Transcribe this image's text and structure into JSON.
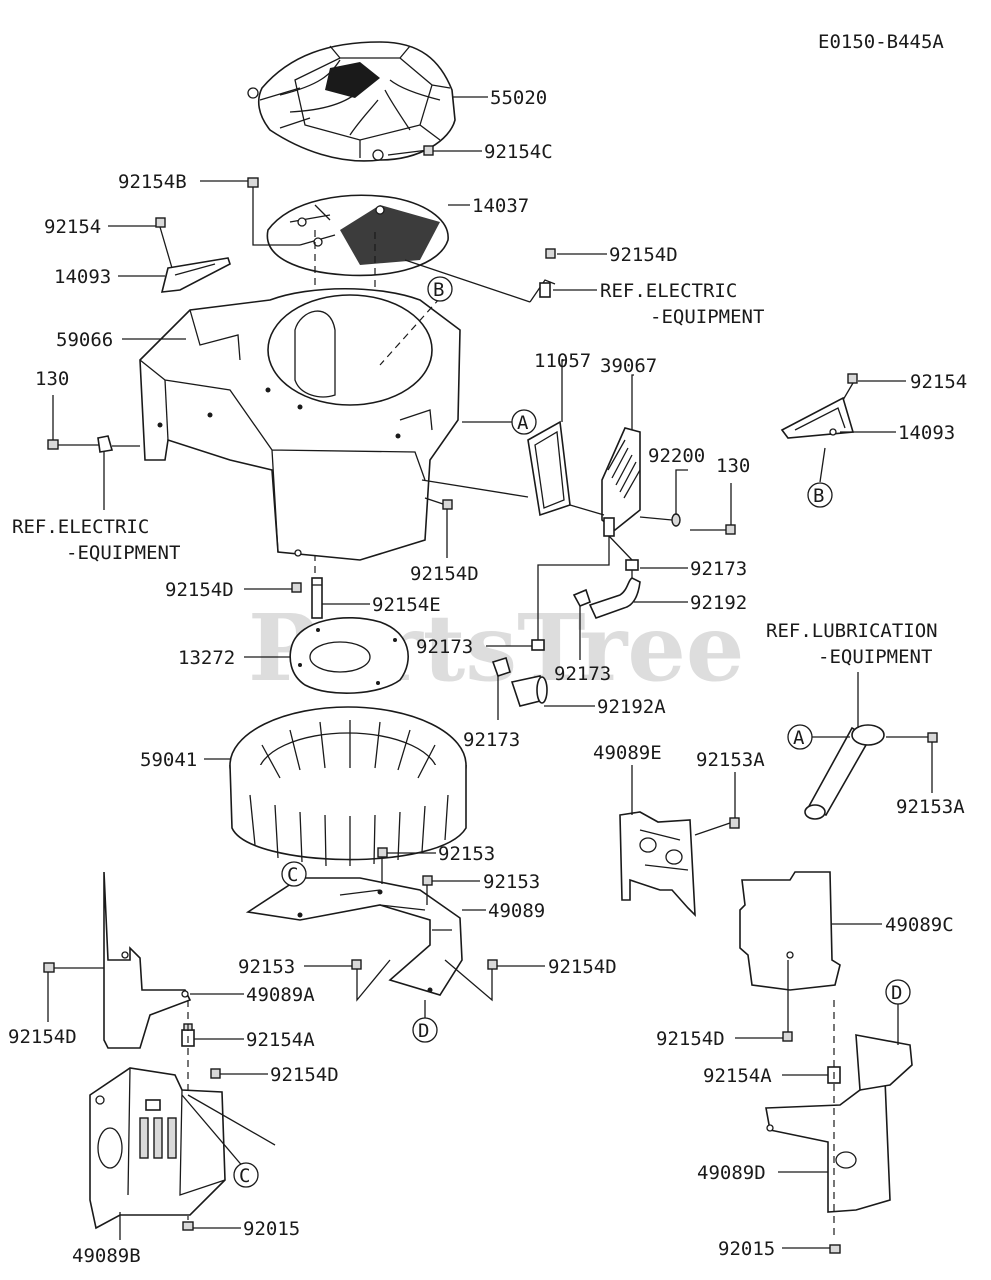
{
  "diagram_code": "E0150-B445A",
  "watermark": "PartsTree",
  "callouts": [
    {
      "id": "c-55020",
      "text": "55020"
    },
    {
      "id": "c-92154C",
      "text": "92154C"
    },
    {
      "id": "c-92154B",
      "text": "92154B"
    },
    {
      "id": "c-14037",
      "text": "14037"
    },
    {
      "id": "c-92154-left",
      "text": "92154"
    },
    {
      "id": "c-92154D-top",
      "text": "92154D"
    },
    {
      "id": "c-14093-left",
      "text": "14093"
    },
    {
      "id": "c-ref-elec-top-1",
      "text": "REF.ELECTRIC"
    },
    {
      "id": "c-ref-elec-top-2",
      "text": "-EQUIPMENT"
    },
    {
      "id": "c-59066",
      "text": "59066"
    },
    {
      "id": "c-11057",
      "text": "11057"
    },
    {
      "id": "c-39067",
      "text": "39067"
    },
    {
      "id": "c-130-left",
      "text": "130"
    },
    {
      "id": "c-92154-right",
      "text": "92154"
    },
    {
      "id": "c-14093-right",
      "text": "14093"
    },
    {
      "id": "c-92200",
      "text": "92200"
    },
    {
      "id": "c-130-right",
      "text": "130"
    },
    {
      "id": "c-ref-elec-left-1",
      "text": "REF.ELECTRIC"
    },
    {
      "id": "c-ref-elec-left-2",
      "text": "-EQUIPMENT"
    },
    {
      "id": "c-92154D-mid",
      "text": "92154D"
    },
    {
      "id": "c-92154D-left",
      "text": "92154D"
    },
    {
      "id": "c-92173-a",
      "text": "92173"
    },
    {
      "id": "c-92154E",
      "text": "92154E"
    },
    {
      "id": "c-92192",
      "text": "92192"
    },
    {
      "id": "c-ref-lub-1",
      "text": "REF.LUBRICATION"
    },
    {
      "id": "c-ref-lub-2",
      "text": "-EQUIPMENT"
    },
    {
      "id": "c-13272",
      "text": "13272"
    },
    {
      "id": "c-92173-b",
      "text": "92173"
    },
    {
      "id": "c-92173-c",
      "text": "92173"
    },
    {
      "id": "c-92192A",
      "text": "92192A"
    },
    {
      "id": "c-92173-d",
      "text": "92173"
    },
    {
      "id": "c-59041",
      "text": "59041"
    },
    {
      "id": "c-49089E",
      "text": "49089E"
    },
    {
      "id": "c-92153A-top",
      "text": "92153A"
    },
    {
      "id": "c-92153A-right",
      "text": "92153A"
    },
    {
      "id": "c-92153-a",
      "text": "92153"
    },
    {
      "id": "c-92153-b",
      "text": "92153"
    },
    {
      "id": "c-49089",
      "text": "49089"
    },
    {
      "id": "c-49089C",
      "text": "49089C"
    },
    {
      "id": "c-92153-c",
      "text": "92153"
    },
    {
      "id": "c-92154D-low",
      "text": "92154D"
    },
    {
      "id": "c-49089A",
      "text": "49089A"
    },
    {
      "id": "c-92154D-far-left",
      "text": "92154D"
    },
    {
      "id": "c-92154A-left",
      "text": "92154A"
    },
    {
      "id": "c-92154D-right-low",
      "text": "92154D"
    },
    {
      "id": "c-92154D-bottom",
      "text": "92154D"
    },
    {
      "id": "c-92154A-right",
      "text": "92154A"
    },
    {
      "id": "c-49089D",
      "text": "49089D"
    },
    {
      "id": "c-92015-left",
      "text": "92015"
    },
    {
      "id": "c-49089B",
      "text": "49089B"
    },
    {
      "id": "c-92015-right",
      "text": "92015"
    }
  ],
  "ref_markers": [
    {
      "id": "m-B-top",
      "text": "B"
    },
    {
      "id": "m-A-housing",
      "text": "A"
    },
    {
      "id": "m-B-right",
      "text": "B"
    },
    {
      "id": "m-A-right",
      "text": "A"
    },
    {
      "id": "m-C-plate",
      "text": "C"
    },
    {
      "id": "m-D-plate",
      "text": "D"
    },
    {
      "id": "m-C-bottom",
      "text": "C"
    },
    {
      "id": "m-D-right",
      "text": "D"
    }
  ]
}
